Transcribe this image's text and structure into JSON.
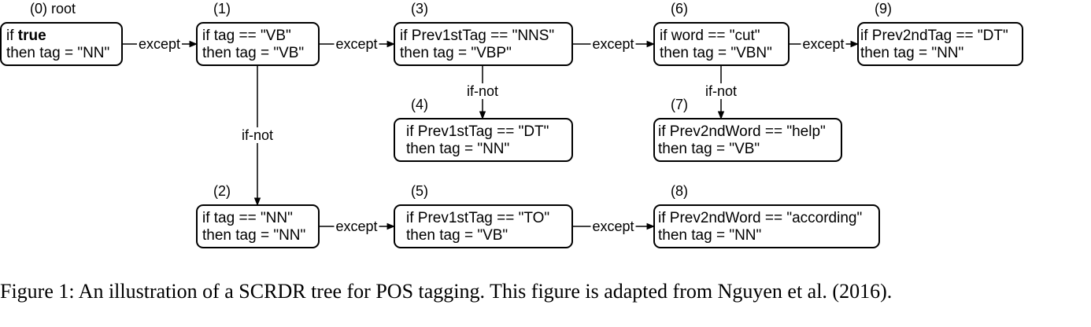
{
  "nodes": [
    {
      "id": "0",
      "label": "(0) root",
      "cond_prefix": "if ",
      "cond_bold": "true",
      "cond_rest": "",
      "conclusion": "then tag = \"NN\""
    },
    {
      "id": "1",
      "label": "(1)",
      "cond_prefix": "if tag == \"VB\"",
      "cond_bold": "",
      "cond_rest": "",
      "conclusion": "then tag = \"VB\""
    },
    {
      "id": "2",
      "label": "(2)",
      "cond_prefix": "if tag == \"NN\"",
      "cond_bold": "",
      "cond_rest": "",
      "conclusion": "then tag = \"NN\""
    },
    {
      "id": "3",
      "label": "(3)",
      "cond_prefix": "if Prev1stTag == \"NNS\"",
      "cond_bold": "",
      "cond_rest": "",
      "conclusion": "then tag = \"VBP\""
    },
    {
      "id": "4",
      "label": "(4)",
      "cond_prefix": "if Prev1stTag == \"DT\"",
      "cond_bold": "",
      "cond_rest": "",
      "conclusion": "then tag = \"NN\""
    },
    {
      "id": "5",
      "label": "(5)",
      "cond_prefix": "if Prev1stTag == \"TO\"",
      "cond_bold": "",
      "cond_rest": "",
      "conclusion": "then tag = \"VB\""
    },
    {
      "id": "6",
      "label": "(6)",
      "cond_prefix": "if word == \"cut\"",
      "cond_bold": "",
      "cond_rest": "",
      "conclusion": "then tag = \"VBN\""
    },
    {
      "id": "7",
      "label": "(7)",
      "cond_prefix": "if Prev2ndWord == \"help\"",
      "cond_bold": "",
      "cond_rest": "",
      "conclusion": "then tag = \"VB\""
    },
    {
      "id": "8",
      "label": "(8)",
      "cond_prefix": "if Prev2ndWord == \"according\"",
      "cond_bold": "",
      "cond_rest": "",
      "conclusion": "then tag = \"NN\""
    },
    {
      "id": "9",
      "label": "(9)",
      "cond_prefix": "if Prev2ndTag == \"DT\"",
      "cond_bold": "",
      "cond_rest": "",
      "conclusion": "then tag = \"NN\""
    }
  ],
  "edges": [
    {
      "from": "0",
      "to": "1",
      "label": "except"
    },
    {
      "from": "1",
      "to": "3",
      "label": "except"
    },
    {
      "from": "3",
      "to": "6",
      "label": "except"
    },
    {
      "from": "6",
      "to": "9",
      "label": "except"
    },
    {
      "from": "1",
      "to": "2",
      "label": "if-not"
    },
    {
      "from": "3",
      "to": "4",
      "label": "if-not"
    },
    {
      "from": "6",
      "to": "7",
      "label": "if-not"
    },
    {
      "from": "2",
      "to": "5",
      "label": "except"
    },
    {
      "from": "5",
      "to": "8",
      "label": "except"
    }
  ],
  "caption": "Figure 1: An illustration of a SCRDR tree for POS tagging. This figure is adapted from Nguyen et al. (2016)."
}
